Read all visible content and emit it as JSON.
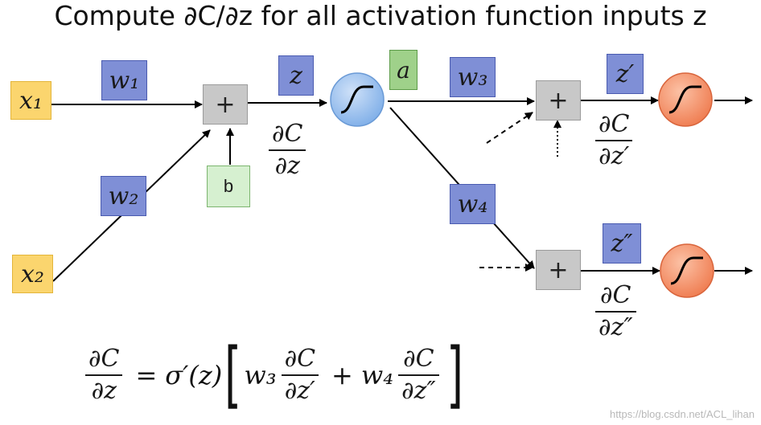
{
  "title": "Compute ∂C/∂z for all activation function inputs z",
  "nodes": {
    "x1": "x₁",
    "x2": "x₂",
    "w1": "w₁",
    "w2": "w₂",
    "w3": "w₃",
    "w4": "w₄",
    "b": "b",
    "z": "z",
    "a": "a",
    "z_prime": "z′",
    "z_dprime": "z″",
    "plus": "+"
  },
  "gradients": {
    "numerator": "∂C",
    "dz": "∂z",
    "dz_prime": "∂z′",
    "dz_dprime": "∂z″"
  },
  "formula": {
    "equals": "=",
    "sigma_prime": "σ′(z)",
    "left_bracket": "[",
    "right_bracket": "]",
    "w3": "w₃",
    "w4": "w₄",
    "plus": "+"
  },
  "watermark": "https://blog.csdn.net/ACL_lihan",
  "colors": {
    "input": "#fbd56e",
    "weight": "#7f8fd6",
    "bias": "#d6f0d0",
    "activation_blue": "#8fb8ec",
    "activation_orange": "#f5916a",
    "sum": "#c8c8c8"
  }
}
